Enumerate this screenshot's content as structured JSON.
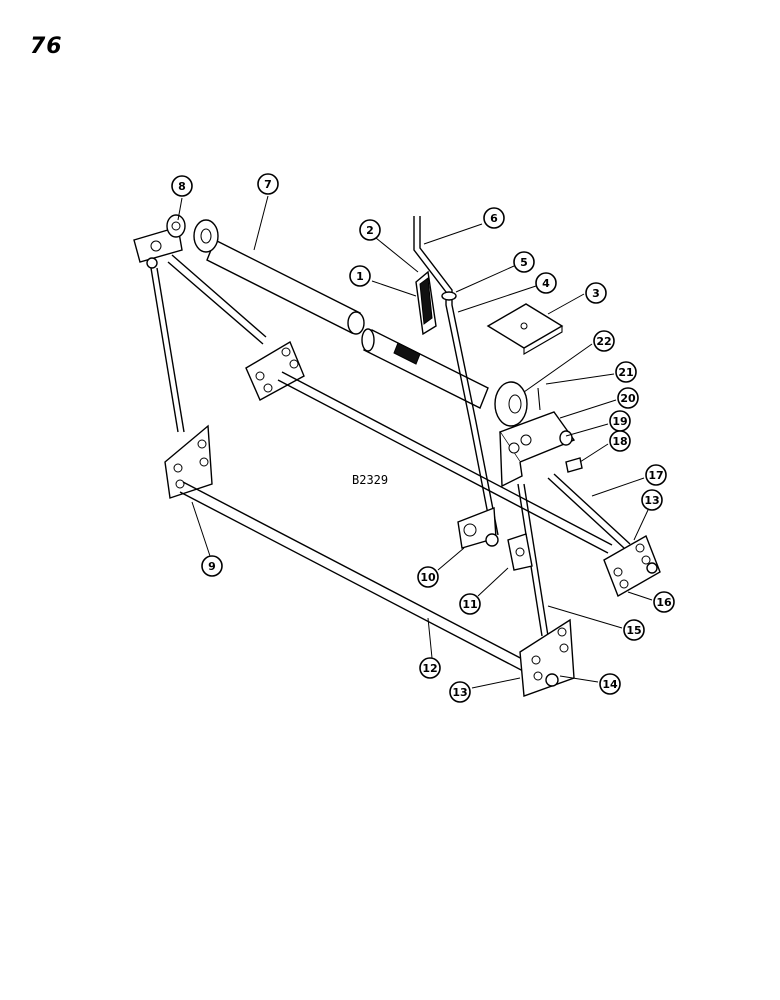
{
  "page_number": "76",
  "figure_code": "B2329",
  "callouts": [
    "1",
    "2",
    "3",
    "4",
    "5",
    "6",
    "7",
    "8",
    "9",
    "10",
    "11",
    "12",
    "13",
    "13",
    "14",
    "15",
    "16",
    "17",
    "18",
    "19",
    "20",
    "21",
    "22"
  ]
}
